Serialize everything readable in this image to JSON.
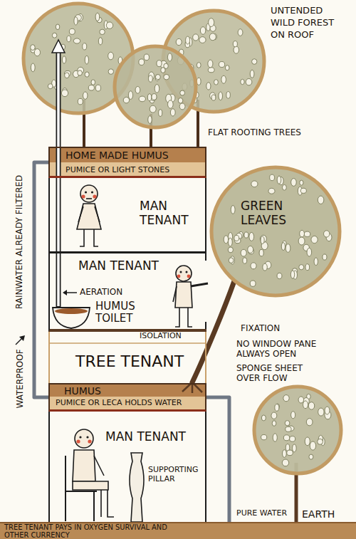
{
  "diagram": {
    "nodes": [
      {
        "text": [
          "HOME MADE HUMUS",
          "PUMICE OR LIGHT STONES"
        ]
      },
      {
        "text": [
          "MAN TENANT"
        ]
      },
      {
        "text": [
          "GREEN LEAVES"
        ]
      },
      {
        "text": [
          "MAN TENANT",
          "AERATION",
          "HUMUS TOILET"
        ]
      },
      {
        "text": [
          "TREE TENANT"
        ]
      },
      {
        "text": [
          "HUMUS",
          "PUMICE OR LECA HOLDS WATER"
        ]
      },
      {
        "text": [
          "MAN TENANT",
          "SUPPORTING PILLAR"
        ]
      },
      {
        "text": [
          "TREE TENANT PAYS IN OXYGEN SURVIVAL AND OTHER CURRENCY",
          "EARTH"
        ]
      }
    ],
    "edges": [
      {
        "from": 0,
        "to": 5,
        "arrow": "none"
      },
      {
        "from": 5,
        "to": 7,
        "arrow": "none"
      }
    ],
    "labels": [
      "UNTENDED WILD FOREST ON ROOF",
      "FLAT ROOTING TREES",
      "RAINWATER ALREADY FILTERED",
      "ISOLATION",
      "FIXATION",
      "NO WINDOW PANE ALWAYS OPEN",
      "WATERPROOF",
      "SPONGE SHEET OVER FLOW",
      "PURE WATER"
    ]
  }
}
